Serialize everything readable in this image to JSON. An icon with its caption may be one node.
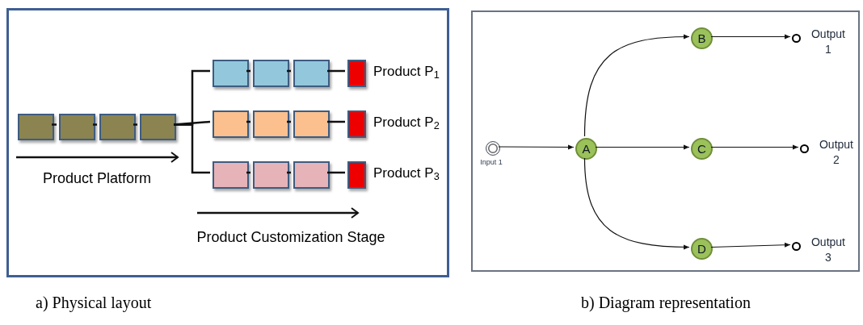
{
  "diagram": {
    "nodes": [
      {
        "text": [],
        "shape": "box"
      },
      {
        "text": [],
        "shape": "box",
        "in": 0
      },
      {
        "text": [],
        "shape": "box",
        "in": 0
      },
      {
        "text": [],
        "shape": "box",
        "in": 0
      },
      {
        "text": [],
        "shape": "box",
        "in": 0
      },
      {
        "text": [],
        "shape": "box",
        "in": 0
      },
      {
        "text": [],
        "shape": "box",
        "in": 0
      },
      {
        "text": [],
        "shape": "box",
        "in": 0
      },
      {
        "text": [],
        "shape": "box",
        "in": 0,
        "beside": [
          "Product P$_{1}$"
        ]
      },
      {
        "text": [],
        "shape": "box",
        "in": 0
      },
      {
        "text": [],
        "shape": "box",
        "in": 0
      },
      {
        "text": [],
        "shape": "box",
        "in": 0
      },
      {
        "text": [],
        "shape": "box",
        "in": 0,
        "beside": [
          "Product P$_{2}$"
        ]
      },
      {
        "text": [],
        "shape": "box",
        "in": 0
      },
      {
        "text": [],
        "shape": "box",
        "in": 0
      },
      {
        "text": [],
        "shape": "box",
        "in": 0
      },
      {
        "text": [],
        "shape": "box",
        "in": 0,
        "beside": [
          "Product P$_{3}$"
        ]
      },
      {
        "text": [],
        "shape": "box"
      },
      {
        "text": [],
        "shape": "circle",
        "in": 17,
        "beside": [
          "Input 1"
        ]
      },
      {
        "text": [
          "A"
        ],
        "in": 17
      },
      {
        "text": [
          "B"
        ],
        "in": 17
      },
      {
        "text": [
          "C"
        ],
        "in": 17
      },
      {
        "text": [
          "D"
        ],
        "in": 17
      },
      {
        "text": [],
        "shape": "circle",
        "in": 17,
        "beside": [
          "Output 1"
        ]
      },
      {
        "text": [],
        "shape": "circle",
        "in": 17,
        "beside": [
          "Output 2"
        ]
      },
      {
        "text": [],
        "shape": "circle",
        "in": 17,
        "beside": [
          "Output 3"
        ]
      }
    ],
    "edges": [
      {
        "from": 1,
        "to": 2,
        "arrow": "none"
      },
      {
        "from": 2,
        "to": 3,
        "arrow": "none"
      },
      {
        "from": 3,
        "to": 4,
        "arrow": "none"
      },
      {
        "from": 4,
        "to": 5,
        "arrow": "none"
      },
      {
        "from": 4,
        "to": 9,
        "arrow": "none"
      },
      {
        "from": 4,
        "to": 13,
        "arrow": "none"
      },
      {
        "from": 5,
        "to": 6,
        "arrow": "none"
      },
      {
        "from": 6,
        "to": 7,
        "arrow": "none"
      },
      {
        "from": 7,
        "to": 8,
        "arrow": "none"
      },
      {
        "from": 9,
        "to": 10,
        "arrow": "none"
      },
      {
        "from": 10,
        "to": 11,
        "arrow": "none"
      },
      {
        "from": 11,
        "to": 12,
        "arrow": "none"
      },
      {
        "from": 13,
        "to": 14,
        "arrow": "none"
      },
      {
        "from": 14,
        "to": 15,
        "arrow": "none"
      },
      {
        "from": 15,
        "to": 16,
        "arrow": "none"
      },
      {
        "from": 18,
        "to": 19,
        "arrow": "to"
      },
      {
        "from": 19,
        "to": 20,
        "arrow": "to"
      },
      {
        "from": 19,
        "to": 21,
        "arrow": "to"
      },
      {
        "from": 19,
        "to": 22,
        "arrow": "to"
      },
      {
        "from": 20,
        "to": 23,
        "arrow": "to"
      },
      {
        "from": 21,
        "to": 24,
        "arrow": "to"
      },
      {
        "from": 22,
        "to": 25,
        "arrow": "to"
      }
    ],
    "labels": [
      "Product Platform",
      "Product Customization Stage",
      "a) Physical layout",
      "b) Diagram representation"
    ]
  }
}
